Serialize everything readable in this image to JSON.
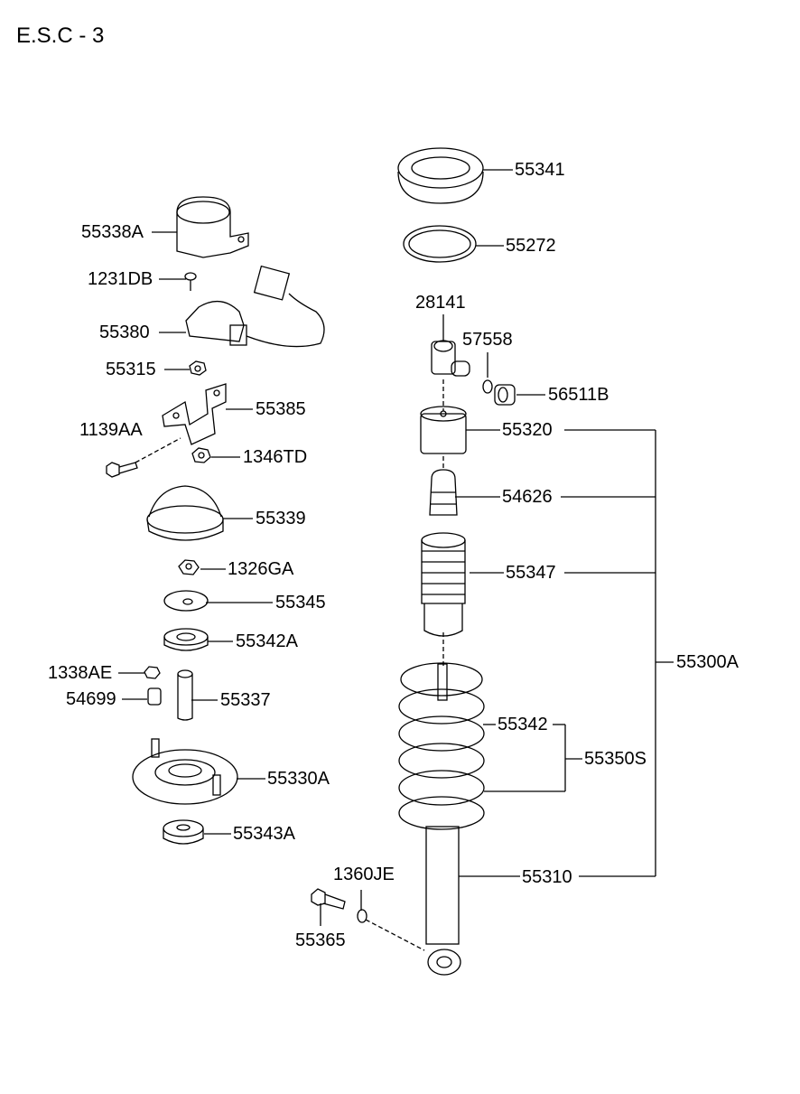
{
  "title": "E.S.C - 3",
  "parts": {
    "p55341": "55341",
    "p55272": "55272",
    "p55338A": "55338A",
    "p1231DB": "1231DB",
    "p28141": "28141",
    "p57558": "57558",
    "p55380": "55380",
    "p55315": "55315",
    "p56511B": "56511B",
    "p55385": "55385",
    "p55320": "55320",
    "p1139AA": "1139AA",
    "p1346TD": "1346TD",
    "p54626": "54626",
    "p55339": "55339",
    "p1326GA": "1326GA",
    "p55347": "55347",
    "p55345": "55345",
    "p55342A": "55342A",
    "p55300A": "55300A",
    "p1338AE": "1338AE",
    "p54699": "54699",
    "p55337": "55337",
    "p55342": "55342",
    "p55350S": "55350S",
    "p55330A": "55330A",
    "p55343A": "55343A",
    "p1360JE": "1360JE",
    "p55310": "55310",
    "p55365": "55365"
  }
}
